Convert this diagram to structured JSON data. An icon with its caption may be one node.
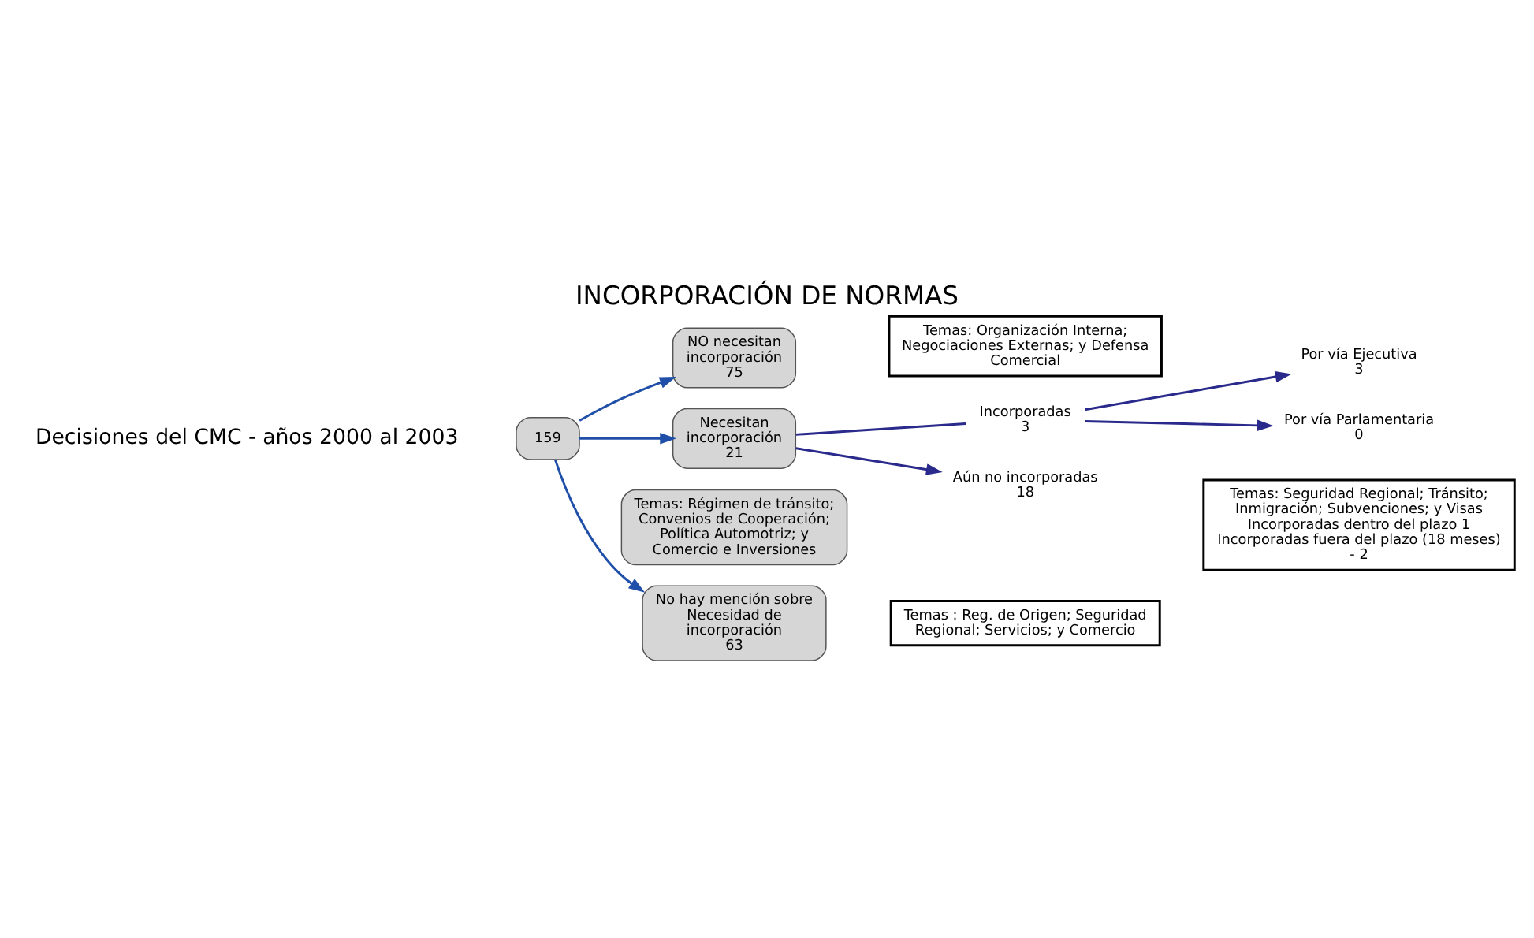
{
  "diagram": {
    "title": "INCORPORACIÓN DE NORMAS",
    "nodes": [
      {
        "text": [
          "159"
        ]
      },
      {
        "text": [
          "NO necesitan incorporación",
          "75"
        ]
      },
      {
        "text": [
          "Temas: Organización Interna; Negociaciones Externas; y Defensa Comercial"
        ]
      },
      {
        "text": [
          "Necesitan incorporación",
          "21"
        ]
      },
      {
        "text": [
          "Incorporadas",
          "3"
        ]
      },
      {
        "text": [
          "Aún no incorporadas",
          "18"
        ]
      },
      {
        "text": [
          "Por vía Parlamentaria",
          "0"
        ]
      },
      {
        "text": [
          "Por vía Ejecutiva",
          "3"
        ]
      },
      {
        "text": [
          "Temas: Seguridad Regional; Tránsito; Inmigración; Subvenciones; y Visas",
          "Incorporadas dentro del plazo 1",
          "Incorporadas fuera del plazo (18 meses) - 2"
        ]
      },
      {
        "text": [
          "Temas: Régimen de tránsito; Convenios de Cooperación; Política Automotriz; y Comercio e Inversiones"
        ]
      },
      {
        "text": [
          "No hay mención sobre Necesidad de incorporación",
          "63"
        ]
      },
      {
        "text": [
          "Temas : Reg. de Origen; Seguridad Regional; Servicios; y Comercio"
        ]
      }
    ],
    "edges": [
      {
        "from": 0,
        "to": 1,
        "arrow": "to"
      },
      {
        "from": 0,
        "to": 3,
        "arrow": "to"
      },
      {
        "from": 0,
        "to": 10,
        "arrow": "to"
      },
      {
        "from": 3,
        "to": 4,
        "arrow": "none",
        "color": "#2a2a8c"
      },
      {
        "from": 3,
        "to": 5,
        "arrow": "to",
        "color": "#2a2a8c"
      },
      {
        "from": 4,
        "to": 6,
        "arrow": "to",
        "color": "#2a2a8c"
      },
      {
        "from": 4,
        "to": 7,
        "arrow": "to",
        "color": "#2a2a8c"
      }
    ],
    "labels": [
      "Decisiones del CMC - años 2000 al 2003"
    ]
  }
}
